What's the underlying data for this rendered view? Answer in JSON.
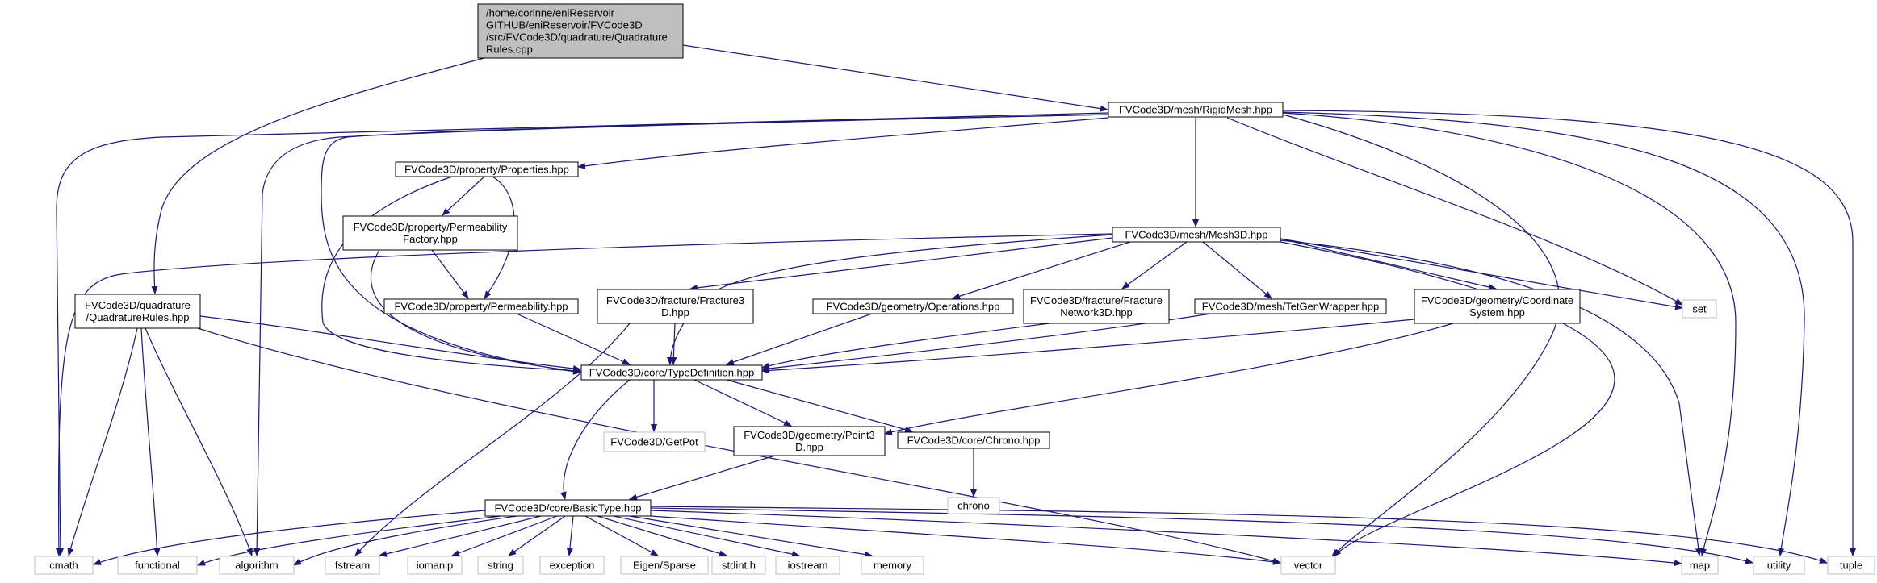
{
  "graph": {
    "nodes": {
      "root": {
        "lines": [
          "/home/corinne/eniReservoir",
          "GITHUB/eniReservoir/FVCode3D",
          "/src/FVCode3D/quadrature/Quadrature",
          "Rules.cpp"
        ],
        "kind": "root"
      },
      "rigidmesh": {
        "lines": [
          "FVCode3D/mesh/RigidMesh.hpp"
        ],
        "kind": "project"
      },
      "properties": {
        "lines": [
          "FVCode3D/property/Properties.hpp"
        ],
        "kind": "project"
      },
      "permfactory": {
        "lines": [
          "FVCode3D/property/Permeability",
          "Factory.hpp"
        ],
        "kind": "project"
      },
      "permeability": {
        "lines": [
          "FVCode3D/property/Permeability.hpp"
        ],
        "kind": "project"
      },
      "mesh3d": {
        "lines": [
          "FVCode3D/mesh/Mesh3D.hpp"
        ],
        "kind": "project"
      },
      "quadrules": {
        "lines": [
          "FVCode3D/quadrature",
          "/QuadratureRules.hpp"
        ],
        "kind": "project"
      },
      "fracture3d": {
        "lines": [
          "FVCode3D/fracture/Fracture3",
          "D.hpp"
        ],
        "kind": "project"
      },
      "operations": {
        "lines": [
          "FVCode3D/geometry/Operations.hpp"
        ],
        "kind": "project"
      },
      "fracnet": {
        "lines": [
          "FVCode3D/fracture/Fracture",
          "Network3D.hpp"
        ],
        "kind": "project"
      },
      "tetgen": {
        "lines": [
          "FVCode3D/mesh/TetGenWrapper.hpp"
        ],
        "kind": "project"
      },
      "coordsys": {
        "lines": [
          "FVCode3D/geometry/Coordinate",
          "System.hpp"
        ],
        "kind": "project"
      },
      "typedef": {
        "lines": [
          "FVCode3D/core/TypeDefinition.hpp"
        ],
        "kind": "project"
      },
      "getpot": {
        "lines": [
          "FVCode3D/GetPot"
        ],
        "kind": "system"
      },
      "point3d": {
        "lines": [
          "FVCode3D/geometry/Point3",
          "D.hpp"
        ],
        "kind": "project"
      },
      "chronohpp": {
        "lines": [
          "FVCode3D/core/Chrono.hpp"
        ],
        "kind": "project"
      },
      "chrono": {
        "lines": [
          "chrono"
        ],
        "kind": "system"
      },
      "basictype": {
        "lines": [
          "FVCode3D/core/BasicType.hpp"
        ],
        "kind": "project"
      },
      "set": {
        "lines": [
          "set"
        ],
        "kind": "system"
      },
      "cmath": {
        "lines": [
          "cmath"
        ],
        "kind": "system"
      },
      "functional": {
        "lines": [
          "functional"
        ],
        "kind": "system"
      },
      "algorithm": {
        "lines": [
          "algorithm"
        ],
        "kind": "system"
      },
      "fstream": {
        "lines": [
          "fstream"
        ],
        "kind": "system"
      },
      "iomanip": {
        "lines": [
          "iomanip"
        ],
        "kind": "system"
      },
      "string": {
        "lines": [
          "string"
        ],
        "kind": "system"
      },
      "exception": {
        "lines": [
          "exception"
        ],
        "kind": "system"
      },
      "eigensparse": {
        "lines": [
          "Eigen/Sparse"
        ],
        "kind": "system"
      },
      "stdint": {
        "lines": [
          "stdint.h"
        ],
        "kind": "system"
      },
      "iostream": {
        "lines": [
          "iostream"
        ],
        "kind": "system"
      },
      "memory": {
        "lines": [
          "memory"
        ],
        "kind": "system"
      },
      "vector": {
        "lines": [
          "vector"
        ],
        "kind": "system"
      },
      "map": {
        "lines": [
          "map"
        ],
        "kind": "system"
      },
      "utility": {
        "lines": [
          "utility"
        ],
        "kind": "system"
      },
      "tuple": {
        "lines": [
          "tuple"
        ],
        "kind": "system"
      }
    },
    "colors": {
      "edge": "#191970",
      "root_fill": "#bfbfbf",
      "root_border": "#000000",
      "project_border": "#000000",
      "system_border": "#bfbfbf",
      "text": "#000000"
    }
  }
}
